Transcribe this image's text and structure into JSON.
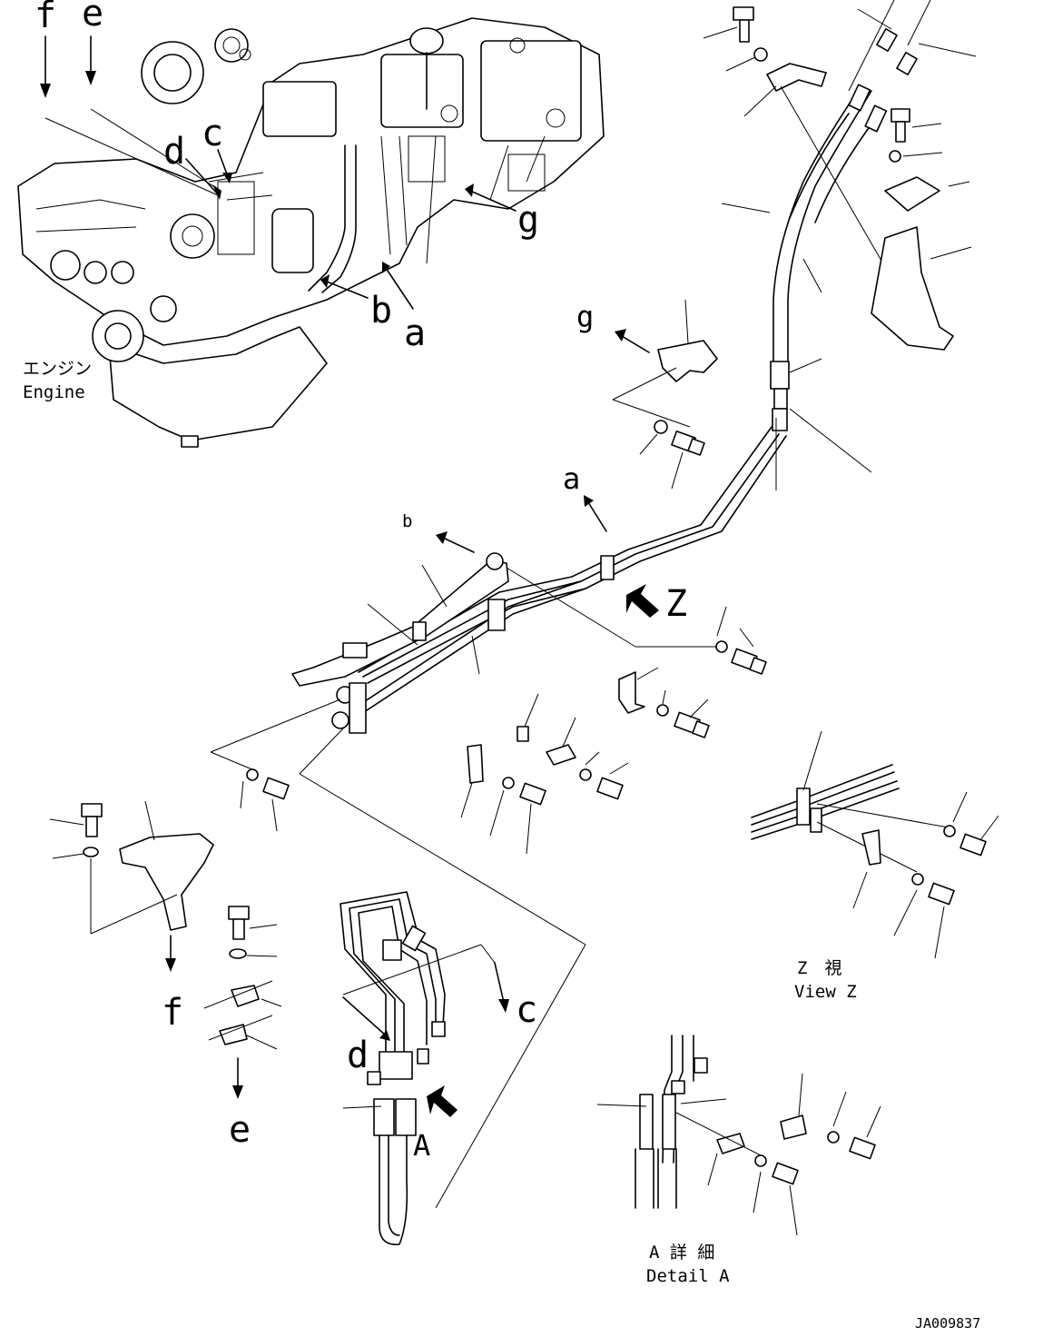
{
  "engine_caption": {
    "jp": "エンジン",
    "en": "Engine"
  },
  "top_labels": {
    "f": "f",
    "e": "e",
    "d": "d",
    "c": "c",
    "g": "g",
    "b": "b",
    "a": "a"
  },
  "mid_labels": {
    "g": "g",
    "a": "a",
    "b": "b",
    "z": "Z"
  },
  "lower_labels": {
    "f": "f",
    "e": "e",
    "c": "c",
    "d": "d",
    "a": "A"
  },
  "view_z": {
    "jp": "Z　視",
    "en": "View Z"
  },
  "detail_a": {
    "jp": "A 詳 細",
    "en": "Detail A"
  },
  "drawing_number": "JA009837"
}
